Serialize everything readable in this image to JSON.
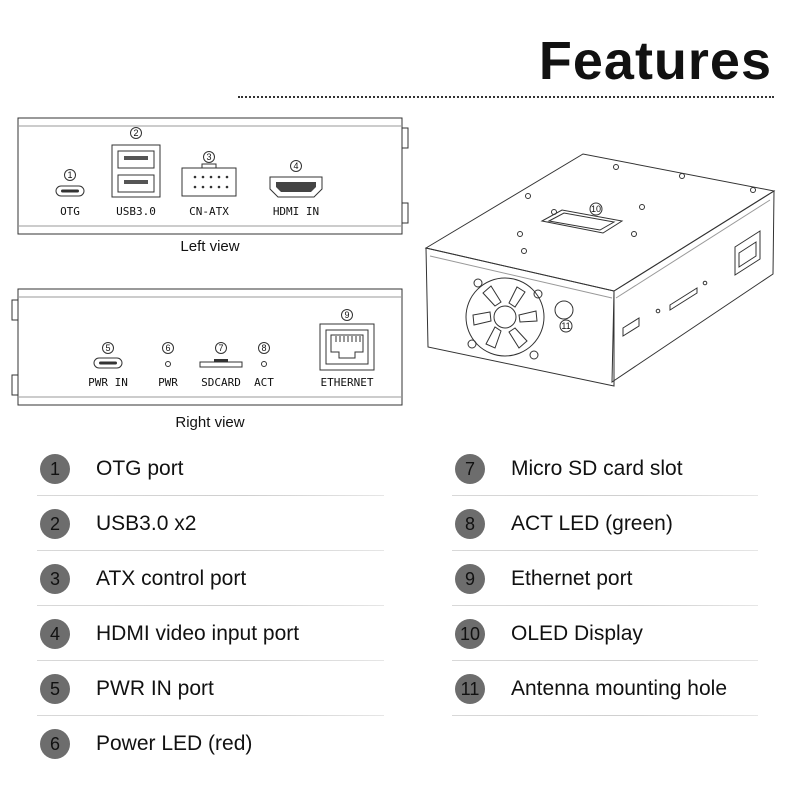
{
  "title": "Features",
  "views": {
    "left": {
      "caption": "Left view",
      "ports": [
        {
          "num": "1",
          "label": "OTG"
        },
        {
          "num": "2",
          "label": "USB3.0"
        },
        {
          "num": "3",
          "label": "CN-ATX"
        },
        {
          "num": "4",
          "label": "HDMI IN"
        }
      ]
    },
    "right": {
      "caption": "Right view",
      "ports": [
        {
          "num": "5",
          "label": "PWR IN"
        },
        {
          "num": "6",
          "label": "PWR"
        },
        {
          "num": "7",
          "label": "SDCARD"
        },
        {
          "num": "8",
          "label": "ACT"
        },
        {
          "num": "9",
          "label": "ETHERNET"
        }
      ]
    },
    "iso": {
      "callouts": [
        {
          "num": "10"
        },
        {
          "num": "11"
        }
      ]
    }
  },
  "legend": [
    {
      "num": "1",
      "text": "OTG port"
    },
    {
      "num": "2",
      "text": "USB3.0 x2"
    },
    {
      "num": "3",
      "text": "ATX control port"
    },
    {
      "num": "4",
      "text": "HDMI video input port"
    },
    {
      "num": "5",
      "text": "PWR IN port"
    },
    {
      "num": "6",
      "text": "Power LED (red)"
    },
    {
      "num": "7",
      "text": "Micro SD card slot"
    },
    {
      "num": "8",
      "text": "ACT LED (green)"
    },
    {
      "num": "9",
      "text": "Ethernet port"
    },
    {
      "num": "10",
      "text": "OLED Display"
    },
    {
      "num": "11",
      "text": "Antenna mounting hole"
    }
  ],
  "colors": {
    "badge": "#6d6d6d",
    "rule": "#d8d8d8"
  }
}
